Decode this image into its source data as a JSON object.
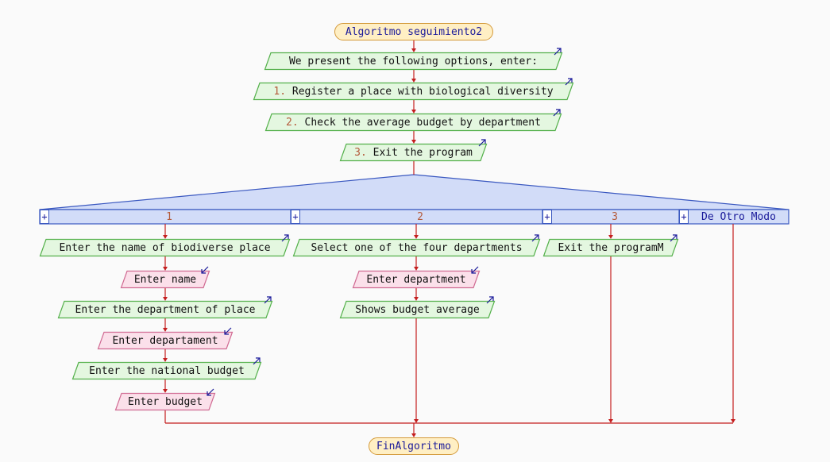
{
  "algorithm": {
    "start": "Algoritmo seguimiento2",
    "end": "FinAlgoritmo"
  },
  "outputs": {
    "o1": "We present the following options, enter:",
    "o2_num": "1.",
    "o2_text": " Register a place with biological diversity",
    "o3_num": "2.",
    "o3_text": " Check the average budget by department",
    "o4_num": "3.",
    "o4_text": " Exit the program"
  },
  "switch": {
    "case1": "1",
    "case2": "2",
    "case3": "3",
    "otherwise": "De Otro Modo",
    "expand_symbol": "+"
  },
  "branch1": {
    "out1": "Enter the name of biodiverse place",
    "in1": "Enter name",
    "out2": "Enter the department of place",
    "in2": "Enter departament",
    "out3": "Enter the national budget",
    "in3": "Enter budget"
  },
  "branch2": {
    "out1": "Select one of the four departments",
    "in1": "Enter department",
    "out2": "Shows budget average"
  },
  "branch3": {
    "out1": "Exit the programM"
  },
  "colors": {
    "output_fill": "#e4f7e0",
    "output_stroke": "#53b04a",
    "input_fill": "#fbe0ea",
    "input_stroke": "#d06a92",
    "terminal_fill": "#ffefc4",
    "terminal_stroke": "#d49a3a",
    "switch_fill": "#d2dcf8",
    "switch_stroke": "#3a58c0",
    "arrow": "#c41e1e",
    "io_arrow": "#1a1a9a"
  }
}
